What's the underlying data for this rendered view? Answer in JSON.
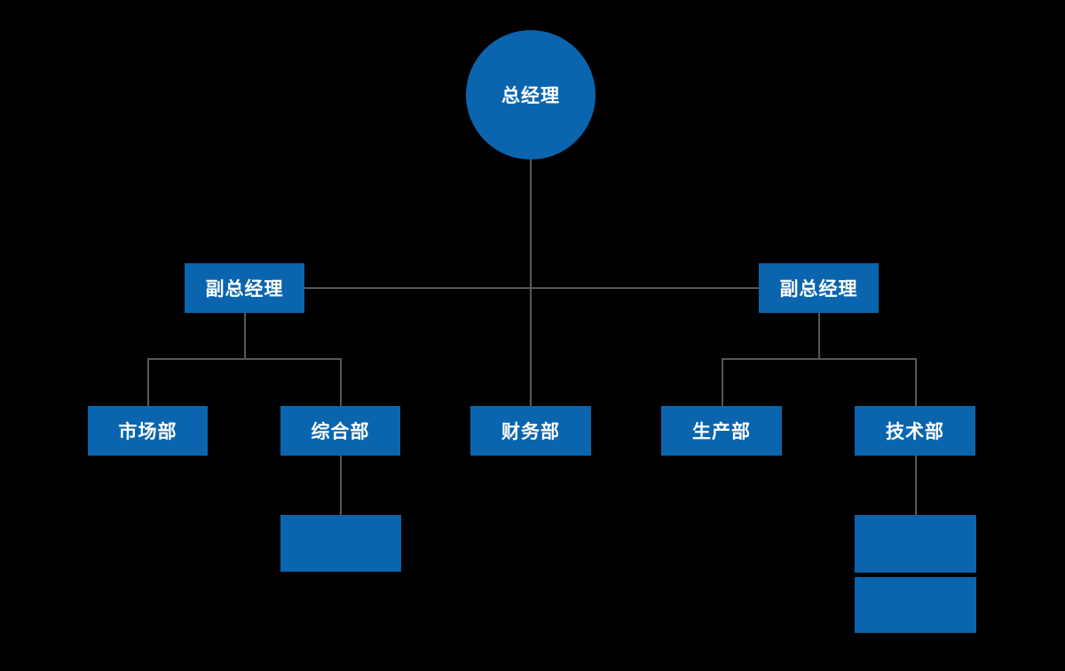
{
  "chart": {
    "title": "",
    "type": "org-chart",
    "background_color": "#000000",
    "node_color": "#0A65AE",
    "node_text_color": "#FFFFFF",
    "connector_color": "#585858"
  },
  "nodes": {
    "root": {
      "label": "总经理",
      "shape": "circle",
      "level": 1
    },
    "deputy_left": {
      "label": "副总经理",
      "shape": "rect",
      "level": 2
    },
    "deputy_right": {
      "label": "副总经理",
      "shape": "rect",
      "level": 2
    },
    "dept_market": {
      "label": "市场部",
      "shape": "rect",
      "level": 3
    },
    "dept_general": {
      "label": "综合部",
      "shape": "rect",
      "level": 3
    },
    "dept_finance": {
      "label": "财务部",
      "shape": "rect",
      "level": 3
    },
    "dept_production": {
      "label": "生产部",
      "shape": "rect",
      "level": 3
    },
    "dept_technology": {
      "label": "技术部",
      "shape": "rect",
      "level": 3
    },
    "sub_general_1": {
      "label": "",
      "shape": "rect",
      "level": 4
    },
    "sub_technology_1": {
      "label": "",
      "shape": "rect",
      "level": 4
    },
    "sub_technology_2": {
      "label": "",
      "shape": "rect",
      "level": 4
    }
  },
  "hierarchy": {
    "root_children": [
      "deputy_left",
      "dept_finance",
      "deputy_right"
    ],
    "deputy_left_children": [
      "dept_market",
      "dept_general"
    ],
    "deputy_right_children": [
      "dept_production",
      "dept_technology"
    ],
    "dept_general_children": [
      "sub_general_1"
    ],
    "dept_technology_children": [
      "sub_technology_1",
      "sub_technology_2"
    ]
  }
}
